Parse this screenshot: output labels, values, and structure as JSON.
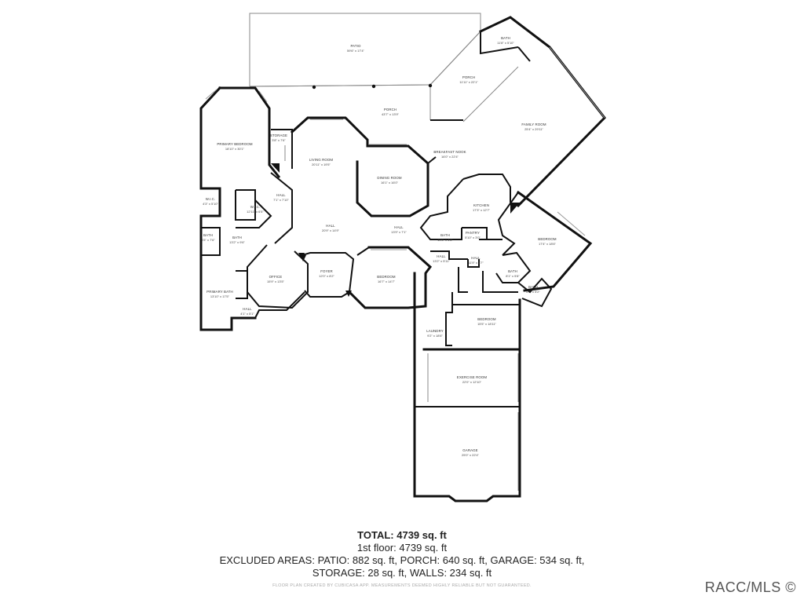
{
  "floorplan": {
    "rooms": [
      {
        "id": "patio",
        "name": "PATIO",
        "dims": "59'6\" x 17'4\""
      },
      {
        "id": "bath-ne",
        "name": "BATH",
        "dims": "11'8\" x 5'10\""
      },
      {
        "id": "porch-ne",
        "name": "PORCH",
        "dims": "11'11\" x 22'1\""
      },
      {
        "id": "porch",
        "name": "PORCH",
        "dims": "43'7\" x 13'9\""
      },
      {
        "id": "family-room",
        "name": "FAMILY ROOM",
        "dims": "25'4\" x 29'11\""
      },
      {
        "id": "primary-bedroom",
        "name": "PRIMARY BEDROOM",
        "dims": "18'10\" x 30'1\""
      },
      {
        "id": "storage",
        "name": "STORAGE",
        "dims": "3'8\" x 7'6\""
      },
      {
        "id": "living-room",
        "name": "LIVING ROOM",
        "dims": "20'11\" x 19'5\""
      },
      {
        "id": "breakfast-nook",
        "name": "BREAKFAST NOOK",
        "dims": "16'0\" x 22'4\""
      },
      {
        "id": "dining-room",
        "name": "DINING ROOM",
        "dims": "16'1\" x 16'0\""
      },
      {
        "id": "hall-1",
        "name": "HALL",
        "dims": "7'1\" x 7'10\""
      },
      {
        "id": "wic-1",
        "name": "W.I.C.",
        "dims": "4'3\" x 5'10\""
      },
      {
        "id": "wic-2",
        "name": "W.I.C.",
        "dims": "12'11\" x 6'5\""
      },
      {
        "id": "kitchen",
        "name": "KITCHEN",
        "dims": "17'3\" x 12'7\""
      },
      {
        "id": "hall-main",
        "name": "HALL",
        "dims": "20'9\" x 14'9\""
      },
      {
        "id": "hall-2",
        "name": "HALL",
        "dims": "13'9\" x 7'1\""
      },
      {
        "id": "bath-small",
        "name": "BATH",
        "dims": "3'5\" x 7'6\""
      },
      {
        "id": "bath-primary",
        "name": "BATH",
        "dims": "13'2\" x 9'6\""
      },
      {
        "id": "bath-kitchen",
        "name": "BATH",
        "dims": "10'6\" x 4'8\""
      },
      {
        "id": "pantry",
        "name": "PANTRY",
        "dims": "5'10\" x 3'0\""
      },
      {
        "id": "bedroom-ne",
        "name": "BEDROOM",
        "dims": "17'4\" x 18'6\""
      },
      {
        "id": "hall-3",
        "name": "HALL",
        "dims": "13'2\" x 5'11\""
      },
      {
        "id": "hall-4",
        "name": "HALL",
        "dims": "11'9\" x 3'7\""
      },
      {
        "id": "office",
        "name": "OFFICE",
        "dims": "15'9\" x 13'5\""
      },
      {
        "id": "foyer",
        "name": "FOYER",
        "dims": "12'0\" x 8'2\""
      },
      {
        "id": "bedroom-mid",
        "name": "BEDROOM",
        "dims": "16'7\" x 14'7\""
      },
      {
        "id": "bath-e1",
        "name": "BATH",
        "dims": "8'1\" x 5'8\""
      },
      {
        "id": "bath-e2",
        "name": "BATH",
        "dims": "8'1\" x 5'2\""
      },
      {
        "id": "primary-bath",
        "name": "PRIMARY BATH",
        "dims": "13'10\" x 17'5\""
      },
      {
        "id": "hall-5",
        "name": "HALL",
        "dims": "4'1\" x 5'1\""
      },
      {
        "id": "bedroom-se",
        "name": "BEDROOM",
        "dims": "15'5\" x 18'11\""
      },
      {
        "id": "laundry",
        "name": "LAUNDRY",
        "dims": "9'2\" x 18'6\""
      },
      {
        "id": "exercise-room",
        "name": "EXERCISE ROOM",
        "dims": "22'0\" x 12'10\""
      },
      {
        "id": "garage",
        "name": "GARAGE",
        "dims": "25'0\" x 22'4\""
      }
    ]
  },
  "summary": {
    "total": "TOTAL: 4739 sq. ft",
    "floor": "1st floor: 4739 sq. ft",
    "excluded": "EXCLUDED AREAS: PATIO: 882 sq. ft, PORCH: 640 sq. ft, GARAGE: 534 sq. ft,",
    "storage": "STORAGE: 28 sq. ft, WALLS: 234 sq. ft"
  },
  "disclaimer": "FLOOR PLAN CREATED BY CUBICASA APP. MEASUREMENTS DEEMED HIGHLY RELIABLE BUT NOT GUARANTEED.",
  "watermark": "RACC/MLS ©"
}
